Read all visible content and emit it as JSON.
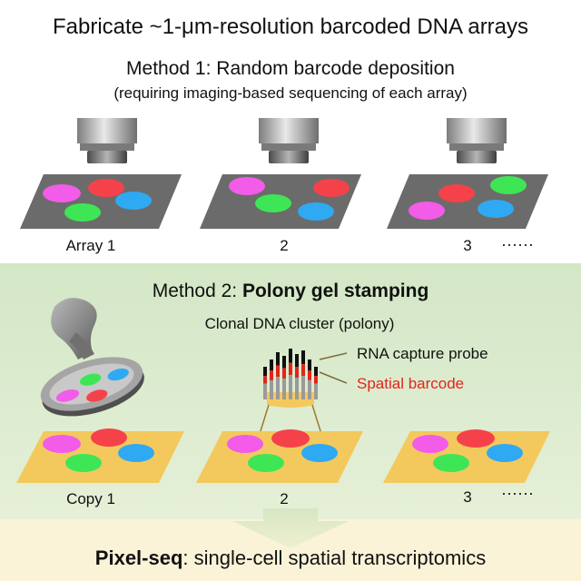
{
  "title": "Fabricate ~1-μm-resolution barcoded DNA arrays",
  "method1": {
    "heading": "Method 1: Random barcode deposition",
    "subheading": "(requiring imaging-based sequencing of each array)",
    "array_labels": [
      "Array 1",
      "2",
      "3"
    ],
    "ellipsis": "······"
  },
  "method2": {
    "heading_prefix": "Method 2: ",
    "heading_bold": "Polony gel stamping",
    "polony_label": "Clonal DNA cluster (polony)",
    "capture_probe_label": "RNA capture probe",
    "spatial_barcode_label": "Spatial barcode",
    "copy_labels": [
      "Copy 1",
      "2",
      "3"
    ],
    "ellipsis": "······"
  },
  "footer": {
    "bold": "Pixel-seq",
    "rest": ": single-cell spatial transcriptomics"
  },
  "colors": {
    "method1_bg": "#ffffff",
    "method2_bg_top": "#d3e7c6",
    "method2_bg_bottom": "#e6f0d8",
    "footer_bg": "#fbf3d8",
    "gray_array": "#6b6b6b",
    "gel_array": "#f3c95e",
    "polony_magenta": "#f25ce8",
    "polony_red": "#f5424a",
    "polony_blue": "#2fa9f2",
    "polony_green": "#3ee655",
    "spatial_barcode_red": "#e3241b",
    "arrow": "#e2e8c9"
  },
  "icons": {
    "objective": "microscope-objective-icon",
    "stamp": "gel-stamp-icon",
    "probe": "dna-probe-icon",
    "arrow": "down-arrow-icon"
  }
}
